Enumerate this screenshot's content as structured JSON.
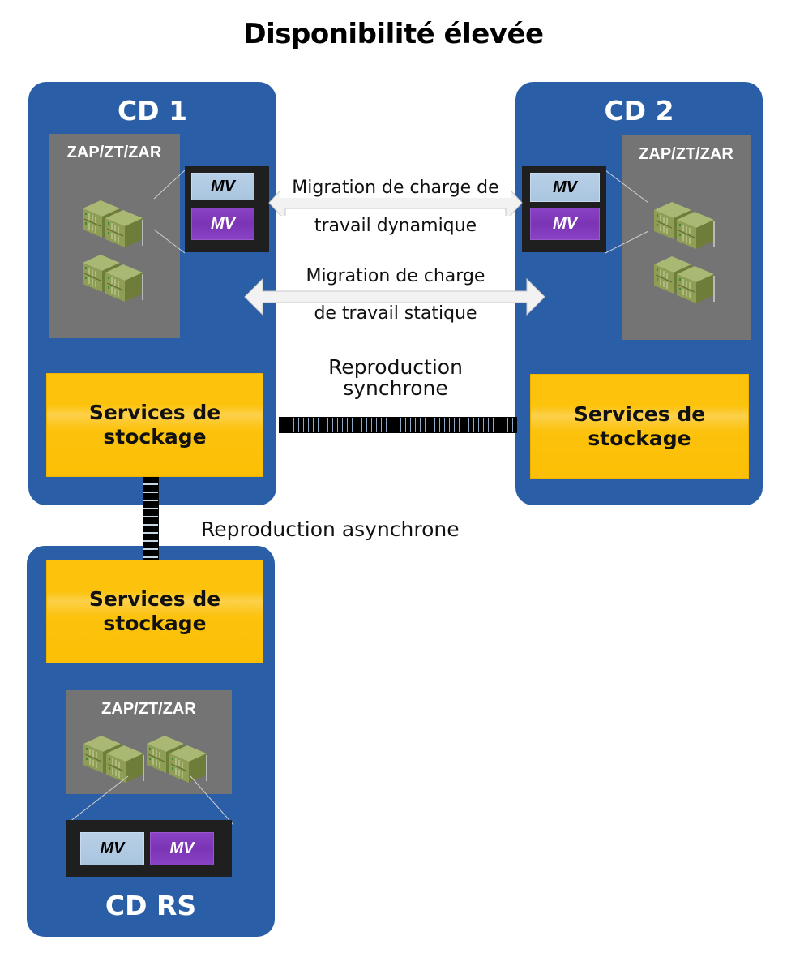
{
  "title": "Disponibilité élevée",
  "datacenters": {
    "cd1": {
      "label": "CD 1",
      "zone_label": "ZAP/ZT/ZAR",
      "storage_line1": "Services de",
      "storage_line2": "stockage",
      "vms": [
        "MV",
        "MV"
      ]
    },
    "cd2": {
      "label": "CD 2",
      "zone_label": "ZAP/ZT/ZAR",
      "storage_line1": "Services de",
      "storage_line2": "stockage",
      "vms": [
        "MV",
        "MV"
      ]
    },
    "cdrs": {
      "label": "CD RS",
      "zone_label": "ZAP/ZT/ZAR",
      "storage_line1": "Services de",
      "storage_line2": "stockage",
      "vms": [
        "MV",
        "MV"
      ]
    }
  },
  "links": {
    "dynamic_migration": {
      "line1": "Migration de charge de",
      "line2": "travail dynamique"
    },
    "static_migration": {
      "line1": "Migration de charge",
      "line2": "de travail statique"
    },
    "sync_replication": {
      "line1": "Reproduction",
      "line2": "synchrone"
    },
    "async_replication": {
      "line1": "Reproduction asynchrone"
    }
  },
  "colors": {
    "datacenter": "#2a5ea6",
    "zone": "#747474",
    "storage": "#fcc20c",
    "vm_light": "#b0cae3",
    "vm_purple": "#7a34b4",
    "vm_container": "#1f1f1f"
  }
}
